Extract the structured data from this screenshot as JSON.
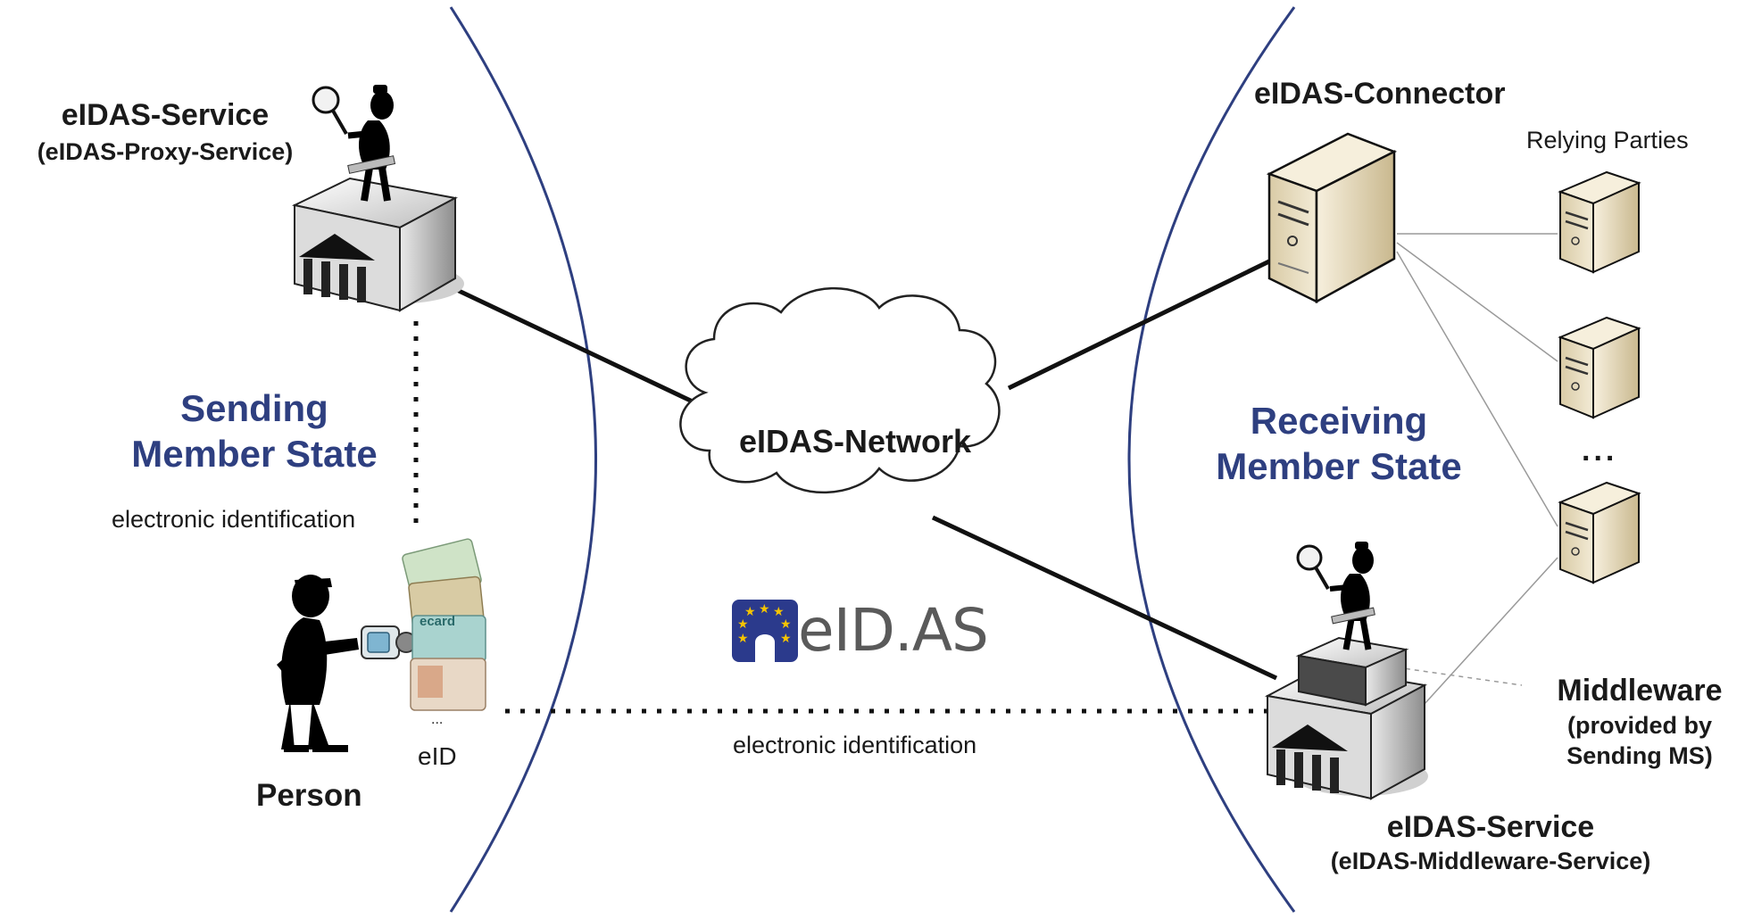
{
  "sending_state": {
    "title_line1": "Sending",
    "title_line2": "Member State",
    "service_title": "eIDAS-Service",
    "service_subtitle": "(eIDAS-Proxy-Service)",
    "electronic_identification": "electronic identification",
    "person": "Person",
    "eid": "eID",
    "ellipsis": "...",
    "card_label": "ecard"
  },
  "network": {
    "cloud_label": "eIDAS-Network",
    "electronic_identification": "electronic identification"
  },
  "logo": {
    "text": "eID.AS",
    "colors": {
      "box": "#2b3a8c",
      "stars": "#f5c400",
      "text": "#5a5a5a"
    }
  },
  "receiving_state": {
    "title_line1": "Receiving",
    "title_line2": "Member State",
    "connector_title": "eIDAS-Connector",
    "relying_parties": "Relying Parties",
    "rp_ellipsis": "...",
    "middleware_title": "Middleware",
    "middleware_line1": "(provided by",
    "middleware_line2": "Sending MS)",
    "service_title": "eIDAS-Service",
    "service_subtitle": "(eIDAS-Middleware-Service)"
  },
  "colors": {
    "member_state_text": "#2e3f80",
    "boundary_arc": "#2e3f80",
    "server_body": "#eee3c8"
  }
}
